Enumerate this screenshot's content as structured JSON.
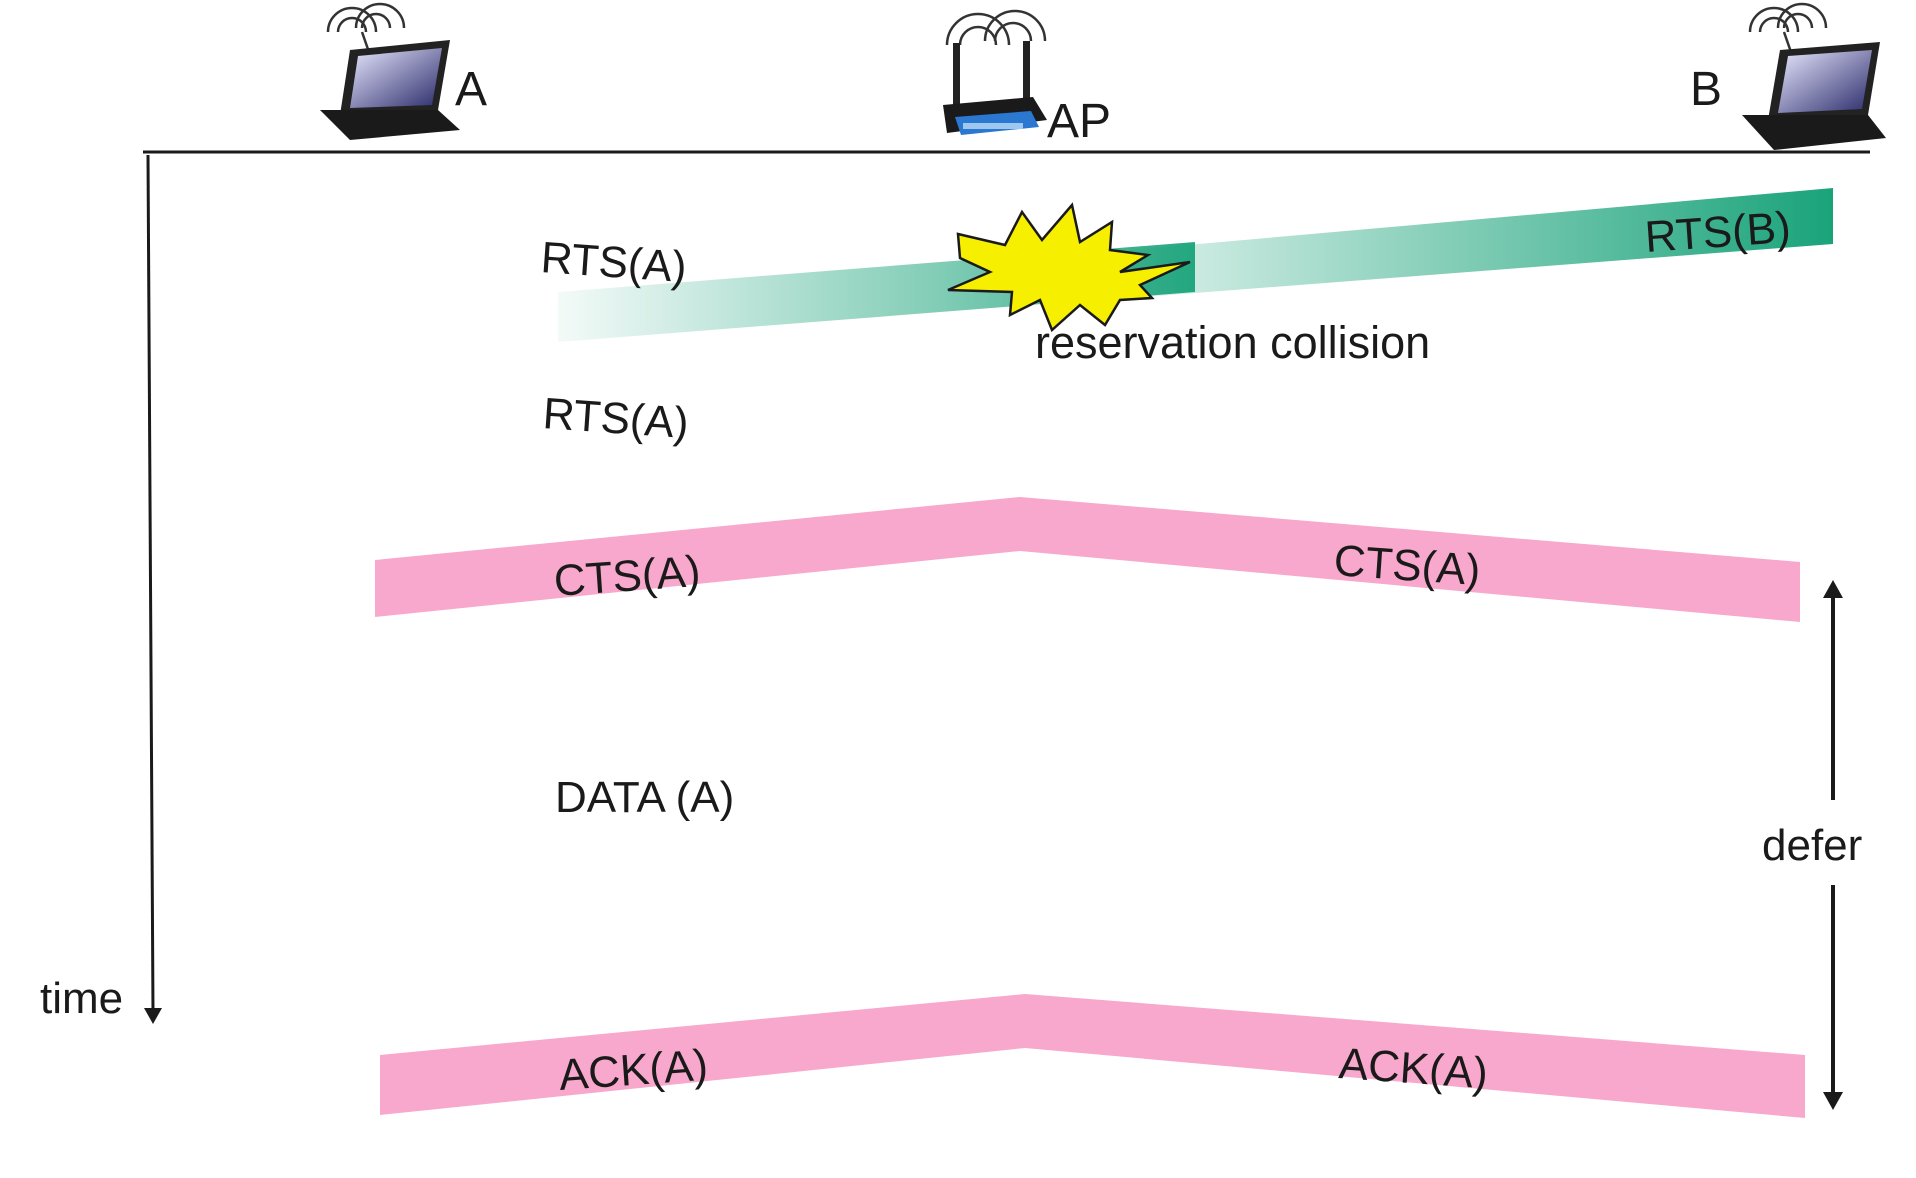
{
  "nodes": {
    "a": {
      "label": "A"
    },
    "ap": {
      "label": "AP"
    },
    "b": {
      "label": "B"
    }
  },
  "messages": {
    "rts_a_1": "RTS(A)",
    "rts_b": "RTS(B)",
    "collision": "reservation collision",
    "rts_a_2": "RTS(A)",
    "cts_left": "CTS(A)",
    "cts_right": "CTS(A)",
    "data": "DATA (A)",
    "ack_left": "ACK(A)",
    "ack_right": "ACK(A)"
  },
  "axis": {
    "time": "time",
    "defer": "defer"
  },
  "colors": {
    "rts_band": "#1aa37a",
    "cts_band": "#f8a8cc",
    "ack_band": "#f8a8cc",
    "collision_star": "#f7ef00",
    "line": "#1a1a1a"
  }
}
